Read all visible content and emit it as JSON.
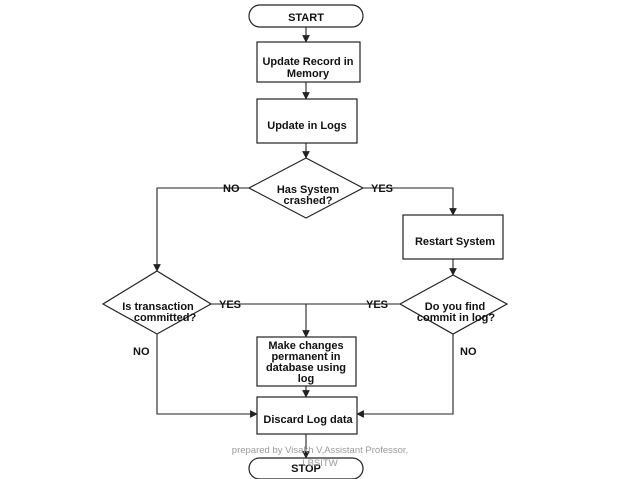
{
  "nodes": {
    "start": "START",
    "update_record": [
      "Update Record in",
      "Memory"
    ],
    "update_logs": "Update in Logs",
    "has_crashed": [
      "Has System",
      "crashed?"
    ],
    "restart": "Restart System",
    "is_committed": [
      "Is transaction",
      "committed?"
    ],
    "find_commit": [
      "Do you find",
      "commit in log?"
    ],
    "make_permanent": [
      "Make changes",
      "permanent in",
      "database using",
      "log"
    ],
    "discard": "Discard Log data",
    "stop": "STOP"
  },
  "edge_labels": {
    "crashed_no": "NO",
    "crashed_yes": "YES",
    "committed_yes": "YES",
    "commit_log_yes": "YES",
    "committed_no": "NO",
    "commit_log_no": "NO"
  },
  "footer": {
    "line1": "prepared by Visakh V,Assistant Professor,",
    "line2": "LBSITW"
  }
}
